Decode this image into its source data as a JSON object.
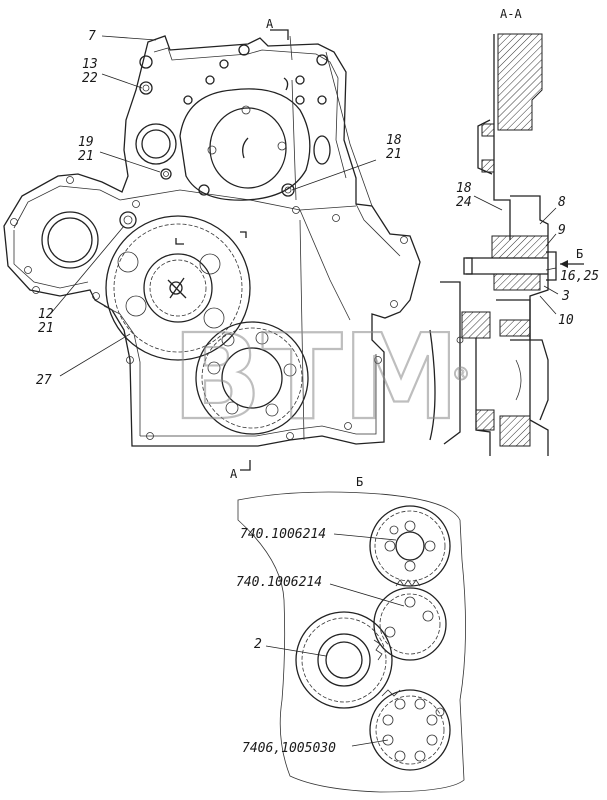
{
  "section_labels": {
    "section_aa_title": "A-A",
    "section_mark_top": "A",
    "section_mark_bottom": "A",
    "view_b_title": "Б",
    "view_b_arrow": "Б"
  },
  "callouts": {
    "c7": "7",
    "c13": "13",
    "c22": "22",
    "c19": "19",
    "c21a": "21",
    "c18a": "18",
    "c21b": "21",
    "c12": "12",
    "c21c": "21",
    "c27": "27",
    "c18b": "18",
    "c24": "24",
    "c8": "8",
    "c9": "9",
    "c1625": "16,25",
    "c3": "3",
    "c10": "10",
    "c2": "2"
  },
  "part_numbers": {
    "gear_top": "740.1006214",
    "gear_mid": "740.1006214",
    "gear_bottom": "7406,1005030"
  },
  "watermark": {
    "text": "BTM",
    "symbol": "®"
  }
}
